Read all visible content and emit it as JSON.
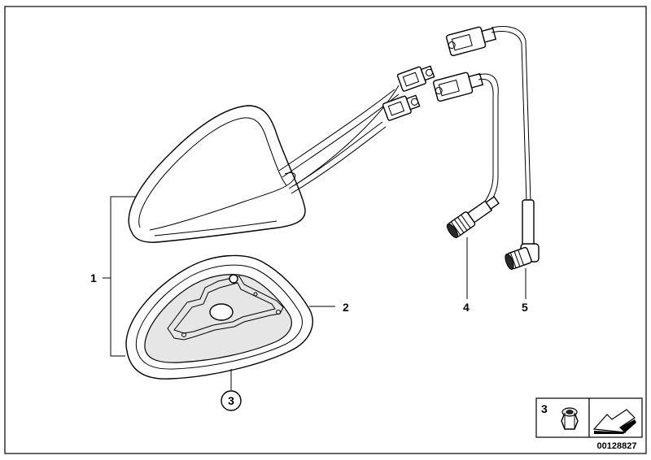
{
  "callouts": {
    "antenna_assembly": "1",
    "base_gasket": "2",
    "nut_circled": "3",
    "cable_4": "4",
    "cable_5": "5"
  },
  "legend_box": {
    "item_number": "3",
    "nut_icon": "hex-nut-icon",
    "arrow_icon": "arrow-icon"
  },
  "doc_id": "00128827"
}
